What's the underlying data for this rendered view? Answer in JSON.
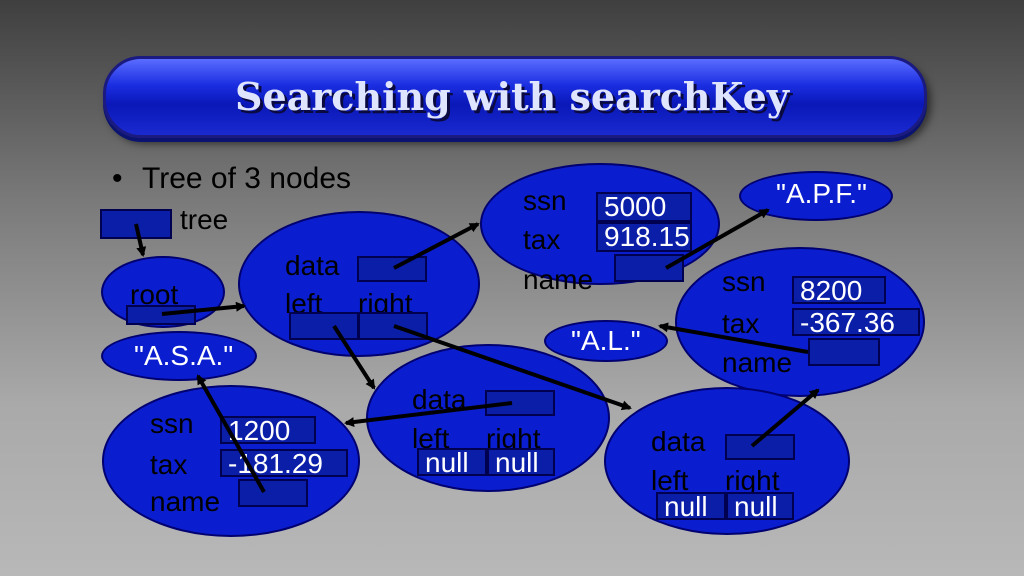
{
  "slide": {
    "title": "Searching with searchKey",
    "bullet": "Tree of 3 nodes"
  },
  "tree_label": "tree",
  "root_label": "root",
  "strings": {
    "asa": "\"A.S.A.\"",
    "apf": "\"A.P.F.\"",
    "al": "\"A.L.\""
  },
  "tree_node": {
    "data": "data",
    "left": "left",
    "right": "right",
    "null": "null"
  },
  "records": [
    {
      "ssn_label": "ssn",
      "tax_label": "tax",
      "name_label": "name",
      "ssn": "5000",
      "tax": "918.15"
    },
    {
      "ssn_label": "ssn",
      "tax_label": "tax",
      "name_label": "name",
      "ssn": "8200",
      "tax": "-367.36"
    },
    {
      "ssn_label": "ssn",
      "tax_label": "tax",
      "name_label": "name",
      "ssn": "1200",
      "tax": "-181.29"
    }
  ],
  "colors": {
    "node_fill": "#0a1ed0",
    "box_fill": "#0b1ea8",
    "arrow": "#000000"
  }
}
